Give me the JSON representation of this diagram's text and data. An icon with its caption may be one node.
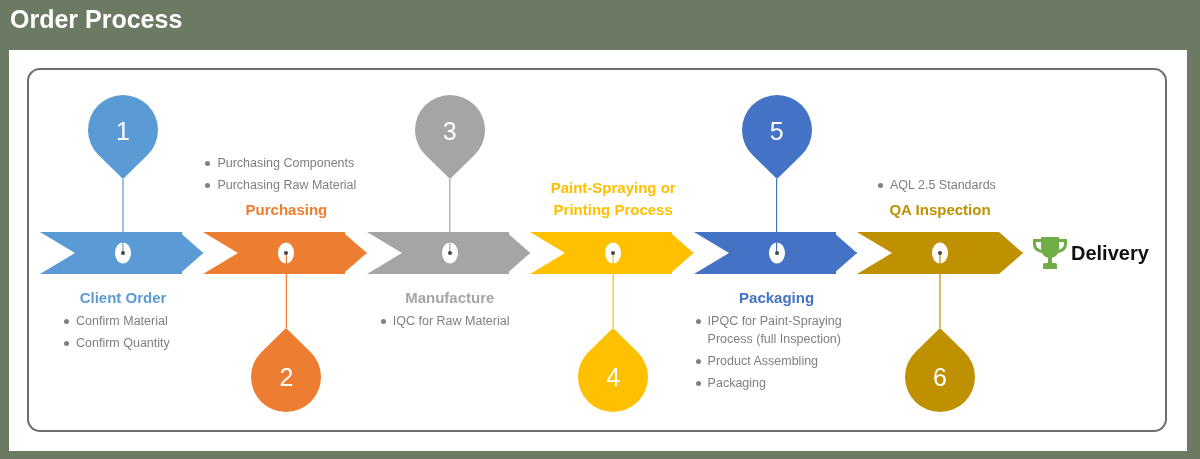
{
  "diagram": {
    "title": "Order Process",
    "nodes": [
      {
        "text": [
          "1"
        ]
      },
      {
        "text": [
          "Client Order"
        ],
        "beside": [
          "Confirm Material",
          "Confirm Quantity"
        ]
      },
      {
        "text": [],
        "shape": "circle",
        "in": 1
      },
      {
        "text": [
          "Purchasing"
        ],
        "beside": [
          "Purchasing Components",
          "Purchasing Raw Material"
        ]
      },
      {
        "text": [],
        "shape": "circle",
        "in": 3
      },
      {
        "text": [
          "2"
        ]
      },
      {
        "text": [
          "3"
        ]
      },
      {
        "text": [
          "Manufacture"
        ],
        "beside": [
          "IQC for Raw Material"
        ]
      },
      {
        "text": [],
        "shape": "circle",
        "in": 7
      },
      {
        "text": [
          "Paint-Spraying or Printing Process"
        ]
      },
      {
        "text": [],
        "shape": "circle",
        "in": 9
      },
      {
        "text": [
          "4"
        ]
      },
      {
        "text": [
          "5"
        ]
      },
      {
        "text": [
          "Packaging"
        ],
        "beside": [
          "IPQC for Paint-Spraying Process (full Inspection)",
          "Product Assembling",
          "Packaging"
        ]
      },
      {
        "text": [],
        "shape": "circle",
        "in": 13
      },
      {
        "text": [
          "QA Inspection"
        ],
        "beside": [
          "AQL 2.5 Standards"
        ]
      },
      {
        "text": [],
        "shape": "circle",
        "in": 15
      },
      {
        "text": [
          "6"
        ]
      },
      {
        "text": [
          "Delivery"
        ]
      }
    ],
    "edges": [
      {
        "from": 0,
        "to": 2,
        "arrow": "none",
        "color": "#5b9bd5"
      },
      {
        "from": 1,
        "to": 3,
        "arrow": "to",
        "color": "#5b9bd5"
      },
      {
        "from": 5,
        "to": 4,
        "arrow": "none",
        "color": "#ed7d31"
      },
      {
        "from": 3,
        "to": 7,
        "arrow": "to",
        "color": "#ed7d31"
      },
      {
        "from": 6,
        "to": 8,
        "arrow": "none",
        "color": "#a5a5a5"
      },
      {
        "from": 7,
        "to": 9,
        "arrow": "to",
        "color": "#a5a5a5"
      },
      {
        "from": 11,
        "to": 10,
        "arrow": "none",
        "color": "#ffc000"
      },
      {
        "from": 9,
        "to": 13,
        "arrow": "to",
        "color": "#ffc000"
      },
      {
        "from": 12,
        "to": 14,
        "arrow": "none",
        "color": "#4472c4"
      },
      {
        "from": 13,
        "to": 15,
        "arrow": "to",
        "color": "#4472c4"
      },
      {
        "from": 17,
        "to": 16,
        "arrow": "none",
        "color": "#bf9000"
      },
      {
        "from": 15,
        "to": 18,
        "arrow": "to",
        "color": "#bf9000"
      }
    ]
  }
}
